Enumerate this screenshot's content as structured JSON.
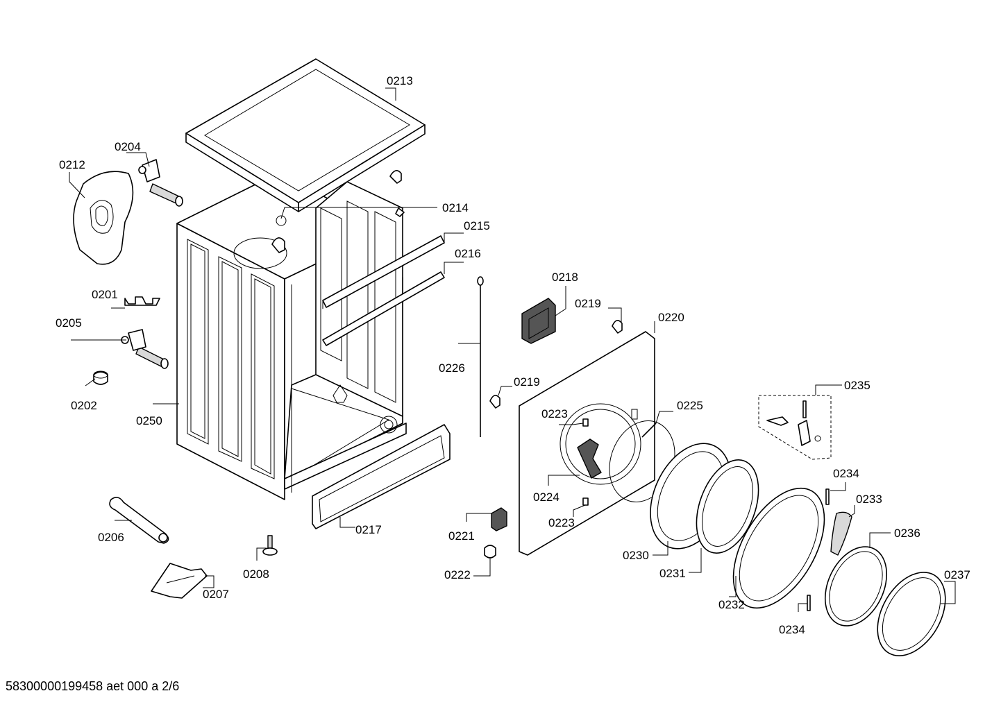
{
  "footer": {
    "doc_code": "58300000199458 aet 000 a 2/6"
  },
  "labels": {
    "p0201": "0201",
    "p0202": "0202",
    "p0204": "0204",
    "p0205": "0205",
    "p0206": "0206",
    "p0207": "0207",
    "p0208": "0208",
    "p0212": "0212",
    "p0213": "0213",
    "p0214": "0214",
    "p0215": "0215",
    "p0216": "0216",
    "p0217": "0217",
    "p0218": "0218",
    "p0219a": "0219",
    "p0219b": "0219",
    "p0220": "0220",
    "p0221": "0221",
    "p0222": "0222",
    "p0223a": "0223",
    "p0223b": "0223",
    "p0224": "0224",
    "p0225": "0225",
    "p0226": "0226",
    "p0230": "0230",
    "p0231": "0231",
    "p0232": "0232",
    "p0233": "0233",
    "p0234a": "0234",
    "p0234b": "0234",
    "p0235": "0235",
    "p0236": "0236",
    "p0237": "0237",
    "p0250": "0250"
  }
}
